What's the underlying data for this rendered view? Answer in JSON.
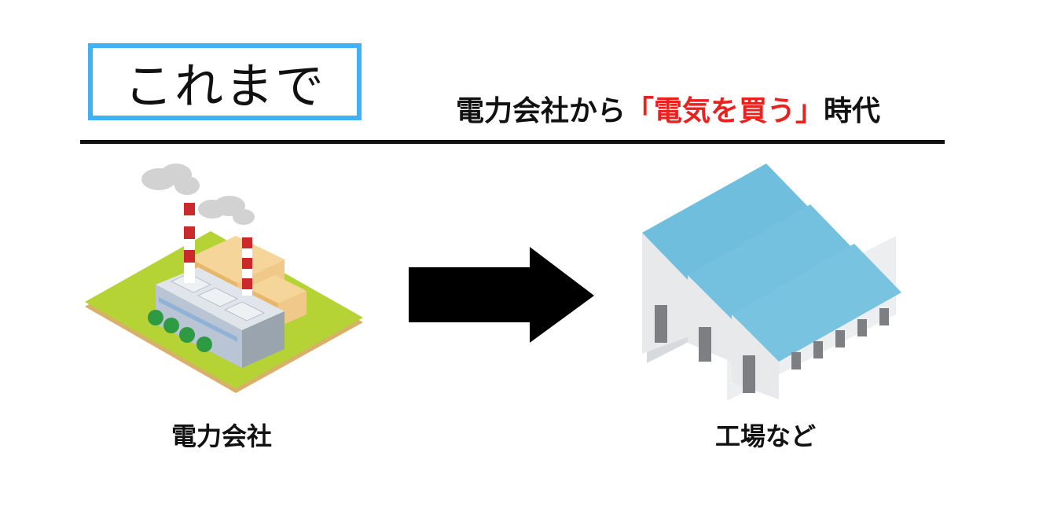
{
  "era_label": "これまで",
  "headline": {
    "prefix": "電力会社から",
    "accent": "「電気を買う」",
    "suffix": "時代"
  },
  "source": {
    "label": "電力会社",
    "icon": "power-plant-icon"
  },
  "destination": {
    "label": "工場など",
    "icon": "factory-icon"
  },
  "connector": {
    "icon": "right-arrow-icon"
  },
  "colors": {
    "era_border": "#3fb1f4",
    "accent_text": "#e8221f",
    "roof": "#6fbede",
    "grass": "#b5d334",
    "chimney_red": "#cc2a2a"
  }
}
